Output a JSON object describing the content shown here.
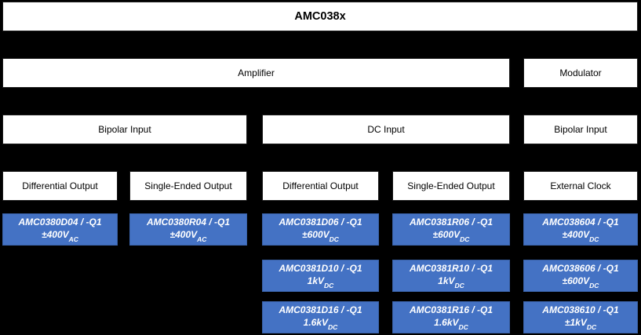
{
  "colors": {
    "background": "#000000",
    "label_box_bg": "#ffffff",
    "label_box_text": "#000000",
    "part_box_bg": "#4472c4",
    "part_box_text": "#ffffff"
  },
  "root": {
    "title": "AMC038x"
  },
  "level2": [
    {
      "label": "Amplifier"
    },
    {
      "label": "Modulator"
    }
  ],
  "level3": [
    {
      "label": "Bipolar Input"
    },
    {
      "label": "DC Input"
    },
    {
      "label": "Bipolar Input"
    }
  ],
  "columns": [
    {
      "header": "Differential Output",
      "parts": [
        {
          "name": "AMC0380D04 / -Q1",
          "voltage": "±400V",
          "sub": "AC"
        }
      ]
    },
    {
      "header": "Single-Ended Output",
      "parts": [
        {
          "name": "AMC0380R04 / -Q1",
          "voltage": "±400V",
          "sub": "AC"
        }
      ]
    },
    {
      "header": "Differential Output",
      "parts": [
        {
          "name": "AMC0381D06 / -Q1",
          "voltage": "±600V",
          "sub": "DC"
        },
        {
          "name": "AMC0381D10 / -Q1",
          "voltage": "1kV",
          "sub": "DC"
        },
        {
          "name": "AMC0381D16 / -Q1",
          "voltage": "1.6kV",
          "sub": "DC"
        }
      ]
    },
    {
      "header": "Single-Ended Output",
      "parts": [
        {
          "name": "AMC0381R06 / -Q1",
          "voltage": "±600V",
          "sub": "DC"
        },
        {
          "name": "AMC0381R10 / -Q1",
          "voltage": "1kV",
          "sub": "DC"
        },
        {
          "name": "AMC0381R16 / -Q1",
          "voltage": "1.6kV",
          "sub": "DC"
        }
      ]
    },
    {
      "header": "External Clock",
      "parts": [
        {
          "name": "AMC038604 / -Q1",
          "voltage": "±400V",
          "sub": "DC"
        },
        {
          "name": "AMC038606 / -Q1",
          "voltage": "±600V",
          "sub": "DC"
        },
        {
          "name": "AMC038610 / -Q1",
          "voltage": "±1kV",
          "sub": "DC"
        }
      ]
    }
  ]
}
